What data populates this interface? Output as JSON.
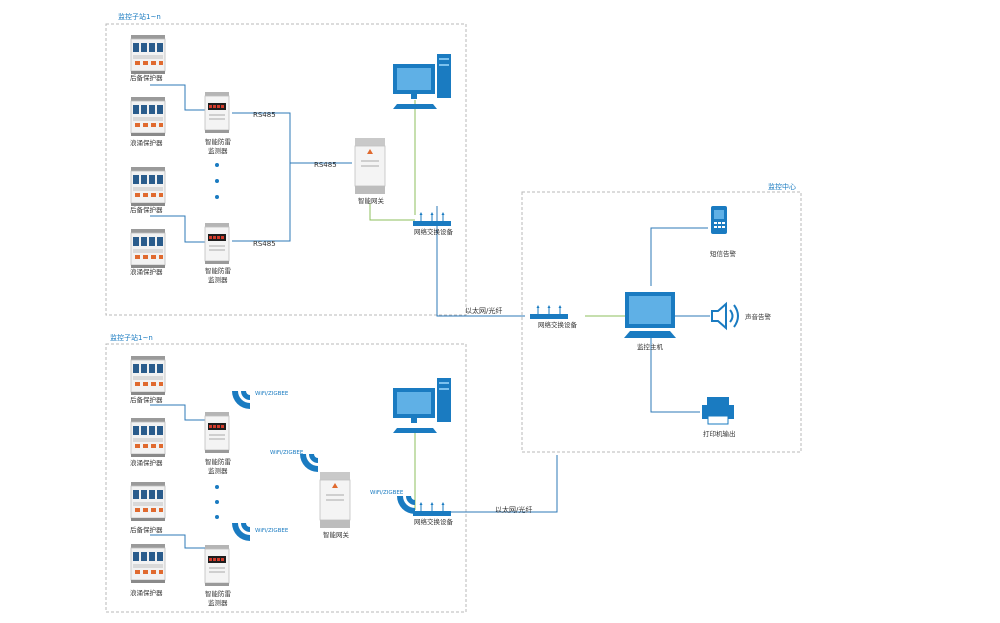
{
  "groups": {
    "top": "监控子站1~n",
    "bottom": "监控子站1~n",
    "center": "监控中心"
  },
  "labels": {
    "backup_protector": "后备保护器",
    "surge_protector": "浪涌保护器",
    "smart_monitor": "智能防雷监测器",
    "smart_monitor_line1": "智能防雷",
    "smart_monitor_line2": "监测器",
    "smart_gateway": "智能网关",
    "network_switch": "网络交换设备",
    "rs485": "RS485",
    "ethernet_fiber": "以太网/光纤",
    "wifi_zigbee": "WiFi/ZIGBEE",
    "monitor_host": "监控主机",
    "sms_alarm": "短信告警",
    "sound_alarm": "声音告警",
    "printer_output": "打印机输出"
  },
  "colors": {
    "line_blue": "#2e78b7",
    "line_green": "#8cbf5e",
    "device_blue": "#1a7bc1",
    "frame_gray": "#b9b9b9",
    "text_dark": "#333333"
  }
}
